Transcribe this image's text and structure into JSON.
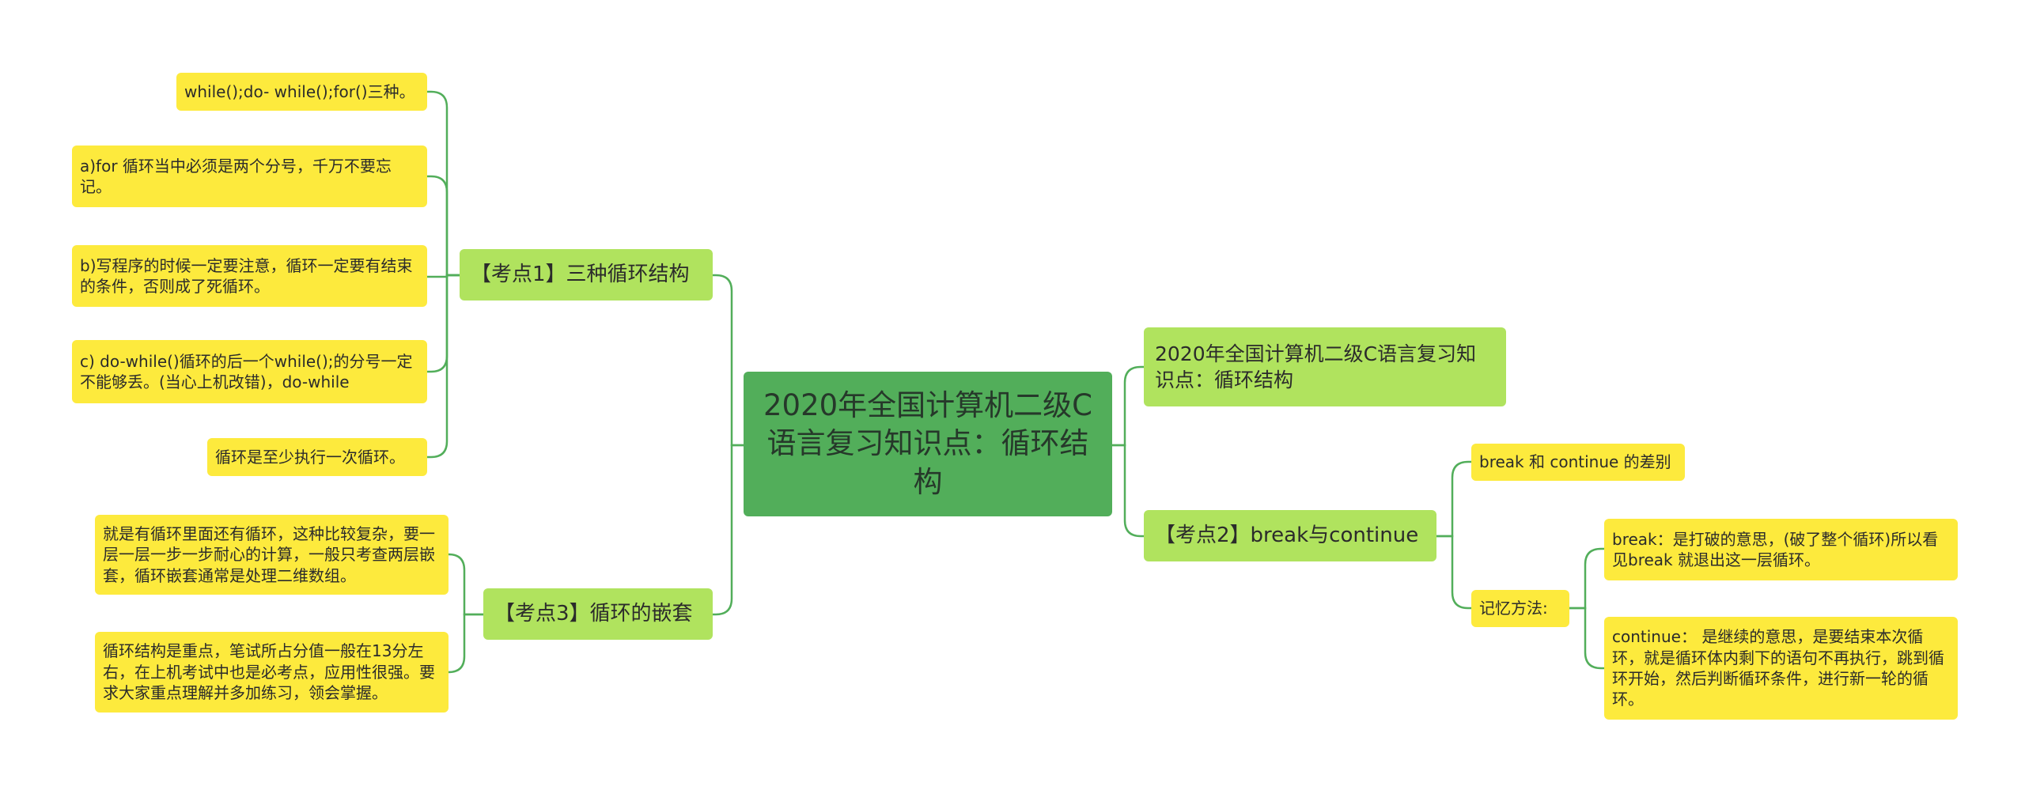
{
  "root": {
    "text": "2020年全国计算机二级C语言复习知识点：循环结构"
  },
  "left": {
    "topic1": {
      "label": "【考点1】三种循环结构",
      "items": [
        "while();do- while();for()三种。",
        "a)for 循环当中必须是两个分号，千万不要忘记。",
        "b)写程序的时候一定要注意，循环一定要有结束的条件，否则成了死循环。",
        "c) do-while()循环的后一个while();的分号一定不能够丢。(当心上机改错)，do-while",
        "循环是至少执行一次循环。"
      ]
    },
    "topic3": {
      "label": "【考点3】循环的嵌套",
      "items": [
        "就是有循环里面还有循环，这种比较复杂，要一层一层一步一步耐心的计算，一般只考查两层嵌套，循环嵌套通常是处理二维数组。",
        "循环结构是重点，笔试所占分值一般在13分左右，在上机考试中也是必考点，应用性很强。要求大家重点理解并多加练习，领会掌握。"
      ]
    }
  },
  "right": {
    "title_node": {
      "text": "2020年全国计算机二级C语言复习知识点：循环结构"
    },
    "topic2": {
      "label": "【考点2】break与continue",
      "diff_label": "break 和 continue 的差别",
      "memory_label": "记忆方法:",
      "memory_items": [
        "break：是打破的意思，(破了整个循环)所以看见break 就退出这一层循环。",
        "continue： 是继续的意思，是要结束本次循环，就是循环体内剩下的语句不再执行，跳到循环开始，然后判断循环条件，进行新一轮的循环。"
      ]
    }
  },
  "colors": {
    "root_bg": "#52ae5a",
    "branch_bg": "#b0e35e",
    "leaf_bg": "#fdea3d",
    "connector": "#52ae5a"
  }
}
